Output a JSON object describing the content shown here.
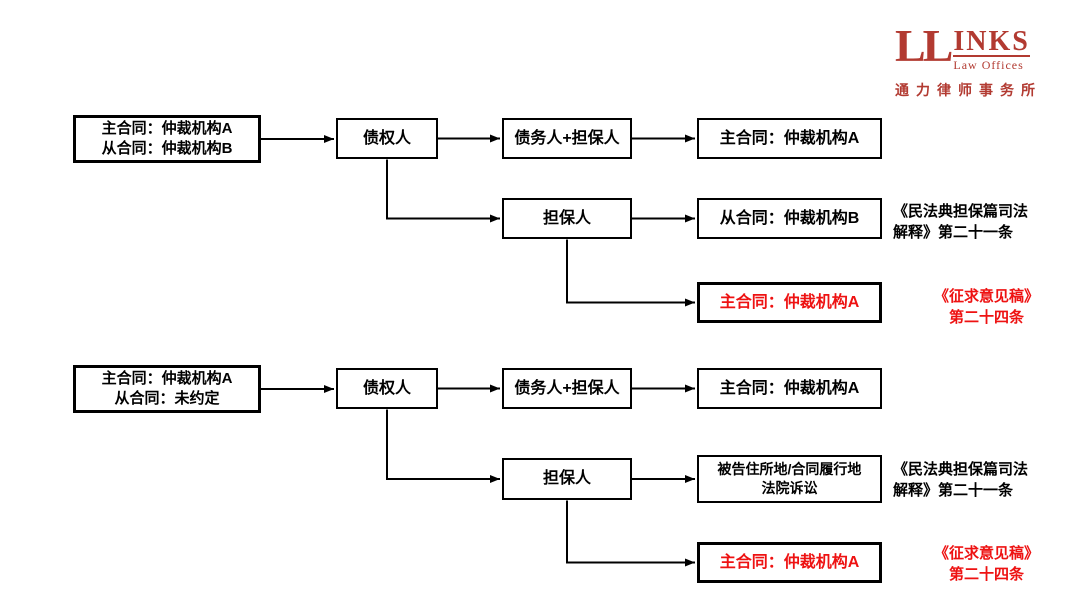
{
  "logo": {
    "ll": "LL",
    "inks": "INKS",
    "law_offices": "Law Offices",
    "chinese_name": "通力律师事务所",
    "brand_color": "#b23a31"
  },
  "colors": {
    "box_border": "#000000",
    "text": "#000000",
    "highlight_red": "#ee1212",
    "background": "#ffffff"
  },
  "sections": [
    {
      "source_line1": "主合同：仲裁机构A",
      "source_line2": "从合同：仲裁机构B",
      "creditor": "债权人",
      "debtor_guarantor": "债务人+担保人",
      "result_main": "主合同：仲裁机构A",
      "guarantor": "担保人",
      "result_sub_line1": "从合同：仲裁机构B",
      "result_sub_line2": "",
      "result_red": "主合同：仲裁机构A",
      "note_black_line1": "《民法典担保篇司法",
      "note_black_line2": "解释》第二十一条",
      "note_red_line1": "《征求意见稿》",
      "note_red_line2": "第二十四条"
    },
    {
      "source_line1": "主合同：仲裁机构A",
      "source_line2": "从合同：未约定",
      "creditor": "债权人",
      "debtor_guarantor": "债务人+担保人",
      "result_main": "主合同：仲裁机构A",
      "guarantor": "担保人",
      "result_sub_line1": "被告住所地/合同履行地",
      "result_sub_line2": "法院诉讼",
      "result_red": "主合同：仲裁机构A",
      "note_black_line1": "《民法典担保篇司法",
      "note_black_line2": "解释》第二十一条",
      "note_red_line1": "《征求意见稿》",
      "note_red_line2": "第二十四条"
    }
  ]
}
